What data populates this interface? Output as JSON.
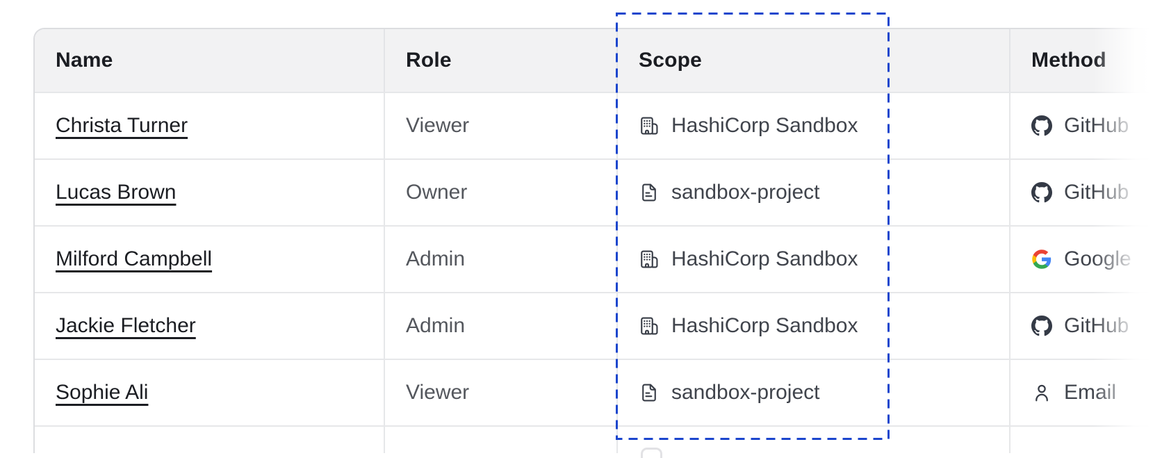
{
  "table": {
    "headers": [
      {
        "id": "name",
        "label": "Name"
      },
      {
        "id": "role",
        "label": "Role"
      },
      {
        "id": "scope",
        "label": "Scope"
      },
      {
        "id": "method",
        "label": "Method"
      }
    ],
    "rows": [
      {
        "name": "Christa Turner",
        "role": "Viewer",
        "scope": "HashiCorp Sandbox",
        "scope_icon": "org-building-icon",
        "method": "GitHub",
        "method_icon": "github-icon"
      },
      {
        "name": "Lucas Brown",
        "role": "Owner",
        "scope": "sandbox-project",
        "scope_icon": "file-text-icon",
        "method": "GitHub",
        "method_icon": "github-icon"
      },
      {
        "name": "Milford Campbell",
        "role": "Admin",
        "scope": "HashiCorp Sandbox",
        "scope_icon": "org-building-icon",
        "method": "Google",
        "method_icon": "google-icon"
      },
      {
        "name": "Jackie Fletcher",
        "role": "Admin",
        "scope": "HashiCorp Sandbox",
        "scope_icon": "org-building-icon",
        "method": "GitHub",
        "method_icon": "github-icon"
      },
      {
        "name": "Sophie Ali",
        "role": "Viewer",
        "scope": "sandbox-project",
        "scope_icon": "file-text-icon",
        "method": "Email",
        "method_icon": "person-icon"
      }
    ]
  },
  "annotation": {
    "kind": "dashed-highlight-box",
    "target_column": "Scope",
    "color": "#1c46cd"
  },
  "colors": {
    "header_bg": "#f2f2f3",
    "header_text": "#1b1d22",
    "outer_border": "#dcdde0",
    "row_border": "#e6e7e9",
    "name_text": "#1b1d22",
    "role_text": "#54575d",
    "cell_text": "#40444c",
    "icon_stroke": "#383d47",
    "github_fill": "#343a46",
    "google_blue": "#4285F4",
    "google_green": "#34A853",
    "google_yellow": "#FBBC05",
    "google_red": "#EA4335"
  }
}
